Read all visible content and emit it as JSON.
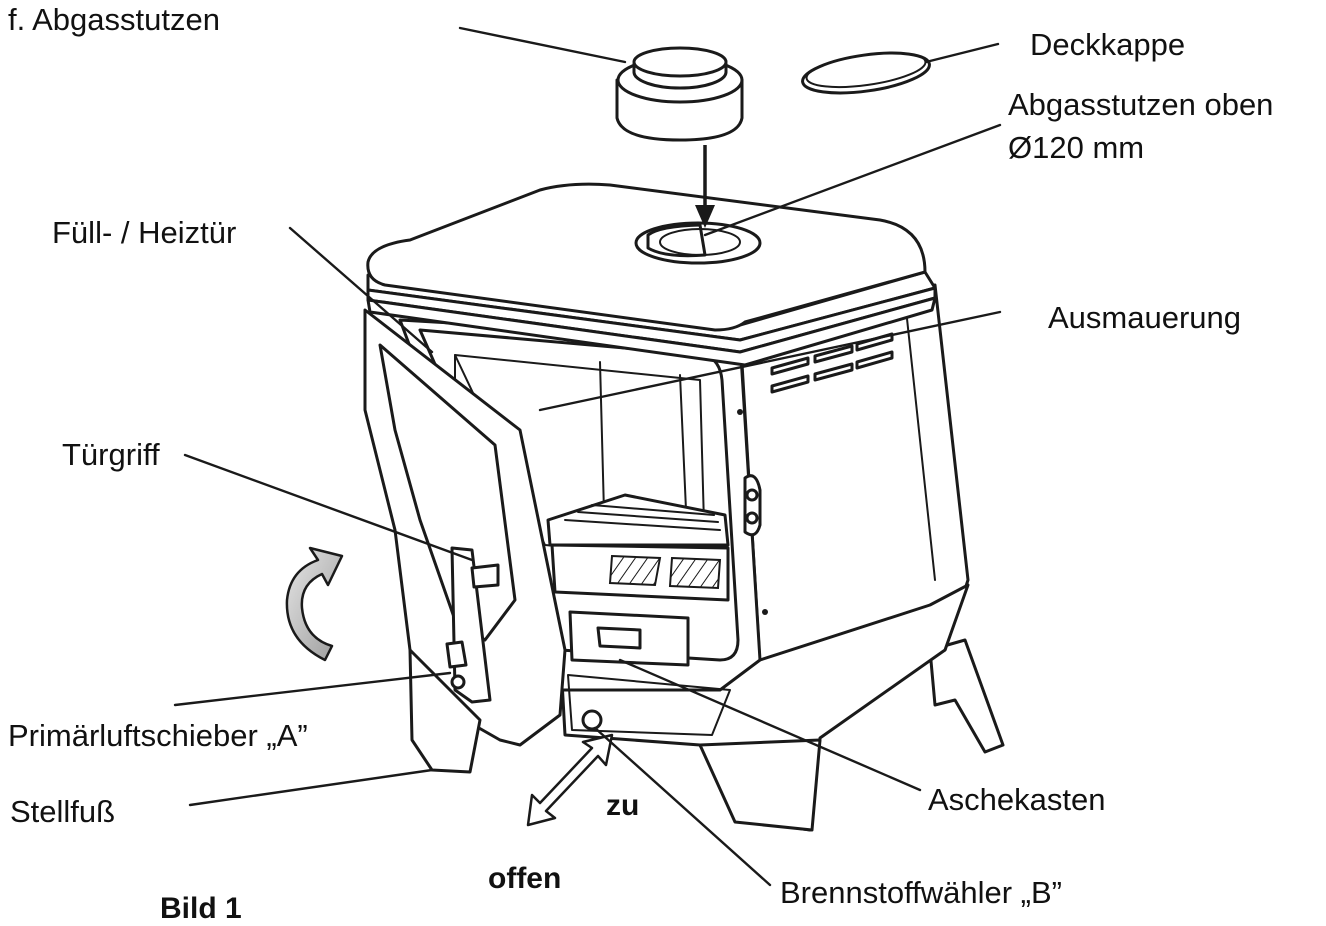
{
  "labels": {
    "abgasstutzen_f": "f. Abgasstutzen",
    "deckkappe": "Deckkappe",
    "abgasstutzen_oben": "Abgasstutzen oben",
    "durchmesser": "Ø120 mm",
    "fuell_heiztuer": "Füll- / Heiztür",
    "ausmauerung": "Ausmauerung",
    "tuergriff": "Türgriff",
    "primaerluftschieber": "Primärluftschieber „A”",
    "stellfuss": "Stellfuß",
    "aschekasten": "Aschekasten",
    "zu": "zu",
    "offen": "offen",
    "brennstoffwaehler": "Brennstoffwähler „B”",
    "bild": "Bild 1"
  },
  "colors": {
    "line": "#1a1a1a",
    "arrow_fill": "#bdbdbd",
    "background": "#ffffff"
  }
}
